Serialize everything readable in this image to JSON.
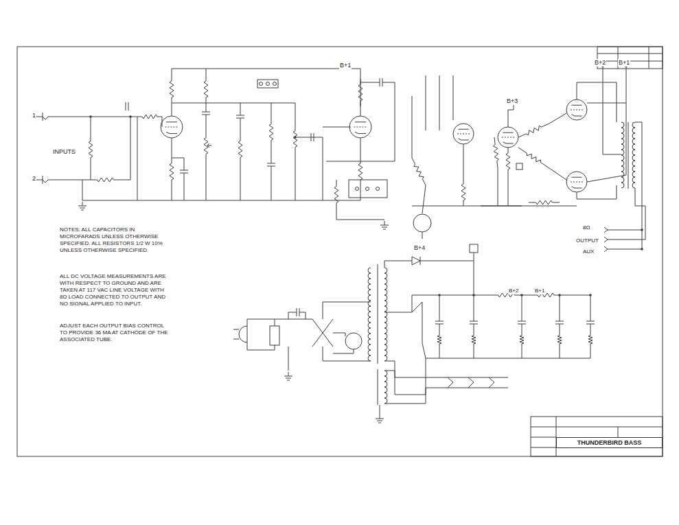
{
  "diagram": {
    "nodes": [
      {
        "text": [
          "THUNDERBIRD BASS"
        ]
      }
    ],
    "labels": [
      "1",
      "2",
      "INPUTS",
      "B+1",
      "B+3",
      "B+2",
      "B+1",
      "B+4",
      "8Ω",
      "OUTPUT",
      "AUX",
      "NOTES: ALL CAPACITORS IN MICROFARADS UNLESS OTHERWISE SPECIFIED. ALL RESISTORS 1/2 W 10% UNLESS OTHERWISE SPECIFIED.",
      "ALL DC VOLTAGE MEASUREMENTS ARE WITH RESPECT TO GROUND AND ARE TAKEN AT 117 VAC LINE VOLTAGE WITH 8Ω LOAD CONNECTED TO OUTPUT AND NO SIGNAL APPLIED TO INPUT.",
      "ADJUST EACH OUTPUT BIAS CONTROL TO PROVIDE 36 MA AT CATHODE OF THE ASSOCIATED TUBE.",
      "B+2",
      "B+1"
    ]
  }
}
